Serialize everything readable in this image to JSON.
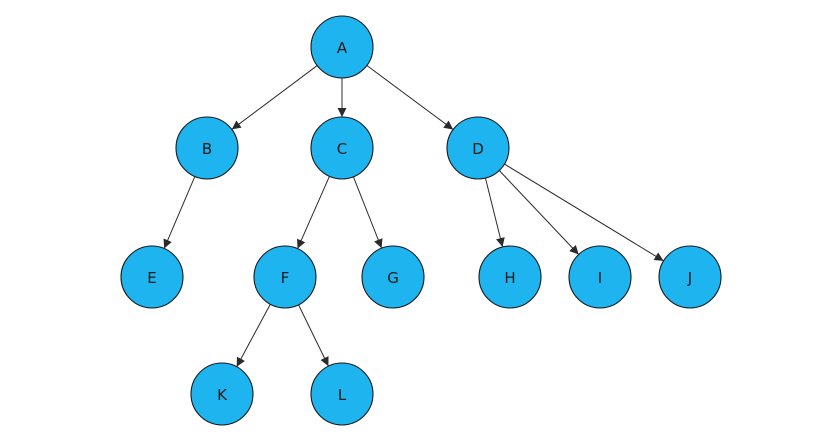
{
  "colors": {
    "node_fill": "#1eb4ef",
    "node_stroke": "#1a1a1a",
    "edge": "#2b2b2b",
    "background": "#ffffff"
  },
  "diagram": {
    "type": "tree",
    "nodes": [
      {
        "id": "A",
        "label": "A"
      },
      {
        "id": "B",
        "label": "B"
      },
      {
        "id": "C",
        "label": "C"
      },
      {
        "id": "D",
        "label": "D"
      },
      {
        "id": "E",
        "label": "E"
      },
      {
        "id": "F",
        "label": "F"
      },
      {
        "id": "G",
        "label": "G"
      },
      {
        "id": "H",
        "label": "H"
      },
      {
        "id": "I",
        "label": "I"
      },
      {
        "id": "J",
        "label": "J"
      },
      {
        "id": "K",
        "label": "K"
      },
      {
        "id": "L",
        "label": "L"
      }
    ],
    "edges": [
      {
        "from": "A",
        "to": "B"
      },
      {
        "from": "A",
        "to": "C"
      },
      {
        "from": "A",
        "to": "D"
      },
      {
        "from": "B",
        "to": "E"
      },
      {
        "from": "C",
        "to": "F"
      },
      {
        "from": "C",
        "to": "G"
      },
      {
        "from": "D",
        "to": "H"
      },
      {
        "from": "D",
        "to": "I"
      },
      {
        "from": "D",
        "to": "J"
      },
      {
        "from": "F",
        "to": "K"
      },
      {
        "from": "F",
        "to": "L"
      }
    ]
  }
}
